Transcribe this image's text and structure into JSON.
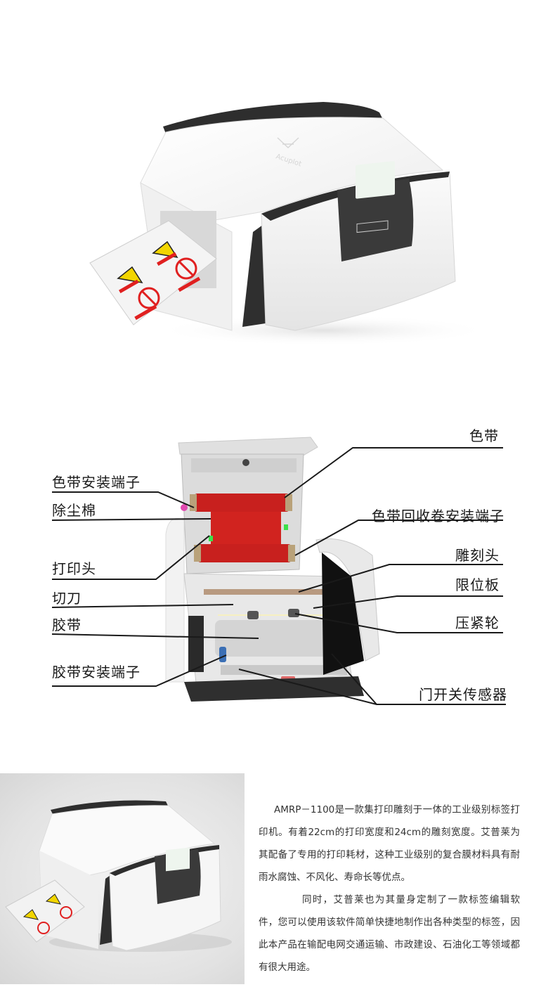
{
  "hero_image": {
    "alt": "AMRP-1100 industrial label printer with printed safety labels",
    "screen_icons": [
      "power-icon",
      "tools-icon",
      "close-icon"
    ]
  },
  "diagram": {
    "labels_left": [
      {
        "id": "ribbon-mount",
        "text": "色带安装端子"
      },
      {
        "id": "dust-cotton",
        "text": "除尘棉"
      },
      {
        "id": "print-head",
        "text": "打印头"
      },
      {
        "id": "cutter",
        "text": "切刀"
      },
      {
        "id": "tape",
        "text": "胶带"
      },
      {
        "id": "tape-mount",
        "text": "胶带安装端子"
      }
    ],
    "labels_right": [
      {
        "id": "ribbon",
        "text": "色带"
      },
      {
        "id": "ribbon-rewind-mount",
        "text": "色带回收卷安装端子"
      },
      {
        "id": "engraving-head",
        "text": "雕刻头"
      },
      {
        "id": "limit-plate",
        "text": "限位板"
      },
      {
        "id": "pinch-roller",
        "text": "压紧轮"
      },
      {
        "id": "door-sensor",
        "text": "门开关传感器"
      }
    ]
  },
  "description": {
    "paragraph1": "AMRP－1100是一款集打印雕刻于一体的工业级别标签打印机。有着22cm的打印宽度和24cm的雕刻宽度。艾普莱为其配备了专用的打印耗材，这种工业级别的复合膜材料具有耐雨水腐蚀、不风化、寿命长等优点。",
    "paragraph2": "同时，艾普莱也为其量身定制了一款标签编辑软件，您可以使用该软件简单快捷地制作出各种类型的标签，因此本产品在输配电网交通运输、市政建设、石油化工等领域都有很大用途。"
  },
  "colors": {
    "ribbon_red": "#c8201e",
    "printer_white": "#f4f4f4",
    "printer_dark": "#3a3a3a",
    "text": "#1a1a1a",
    "warning_yellow": "#f2d500",
    "prohibit_red": "#e02020"
  }
}
